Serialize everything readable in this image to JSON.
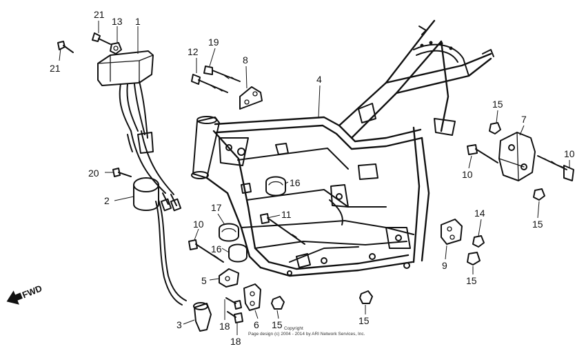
{
  "callouts": [
    {
      "id": "c21a",
      "text": "21"
    },
    {
      "id": "c13",
      "text": "13"
    },
    {
      "id": "c1",
      "text": "1"
    },
    {
      "id": "c21b",
      "text": "21"
    },
    {
      "id": "c12",
      "text": "12"
    },
    {
      "id": "c19",
      "text": "19"
    },
    {
      "id": "c8",
      "text": "8"
    },
    {
      "id": "c4",
      "text": "4"
    },
    {
      "id": "c15a",
      "text": "15"
    },
    {
      "id": "c7",
      "text": "7"
    },
    {
      "id": "c10a",
      "text": "10"
    },
    {
      "id": "c10b",
      "text": "10"
    },
    {
      "id": "c20",
      "text": "20"
    },
    {
      "id": "c16a",
      "text": "16"
    },
    {
      "id": "c2",
      "text": "2"
    },
    {
      "id": "c17",
      "text": "17"
    },
    {
      "id": "c11",
      "text": "11"
    },
    {
      "id": "c15b",
      "text": "15"
    },
    {
      "id": "c14",
      "text": "14"
    },
    {
      "id": "c10c",
      "text": "10"
    },
    {
      "id": "c16b",
      "text": "16"
    },
    {
      "id": "c9",
      "text": "9"
    },
    {
      "id": "c15c",
      "text": "15"
    },
    {
      "id": "c5",
      "text": "5"
    },
    {
      "id": "c3",
      "text": "3"
    },
    {
      "id": "c18a",
      "text": "18"
    },
    {
      "id": "c6",
      "text": "6"
    },
    {
      "id": "c15d",
      "text": "15"
    },
    {
      "id": "c15e",
      "text": "15"
    },
    {
      "id": "c18b",
      "text": "18"
    }
  ],
  "direction_label": "FWD",
  "copyright_line1": "Copyright",
  "copyright_line2": "Page design (c) 2004 - 2014 by ARI Network Services, Inc."
}
